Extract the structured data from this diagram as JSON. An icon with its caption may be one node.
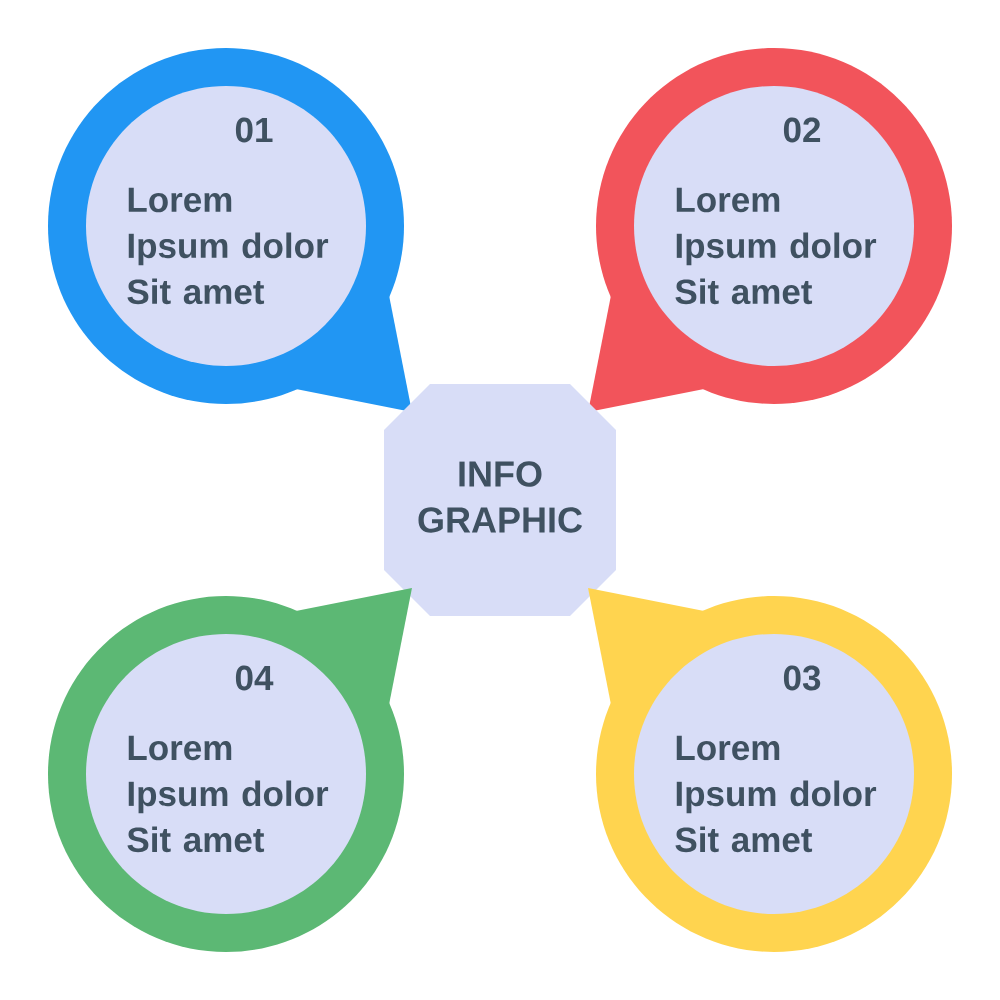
{
  "diagram": {
    "nodes": [
      {
        "text": [
          "01",
          "Lorem Ipsum dolor Sit amet"
        ]
      },
      {
        "text": [
          "02",
          "Lorem Ipsum dolor Sit amet"
        ]
      },
      {
        "text": [
          "INFO GRAPHIC"
        ]
      },
      {
        "text": [
          "04",
          "Lorem Ipsum dolor Sit amet"
        ]
      },
      {
        "text": [
          "03",
          "Lorem Ipsum dolor Sit amet"
        ]
      }
    ]
  }
}
